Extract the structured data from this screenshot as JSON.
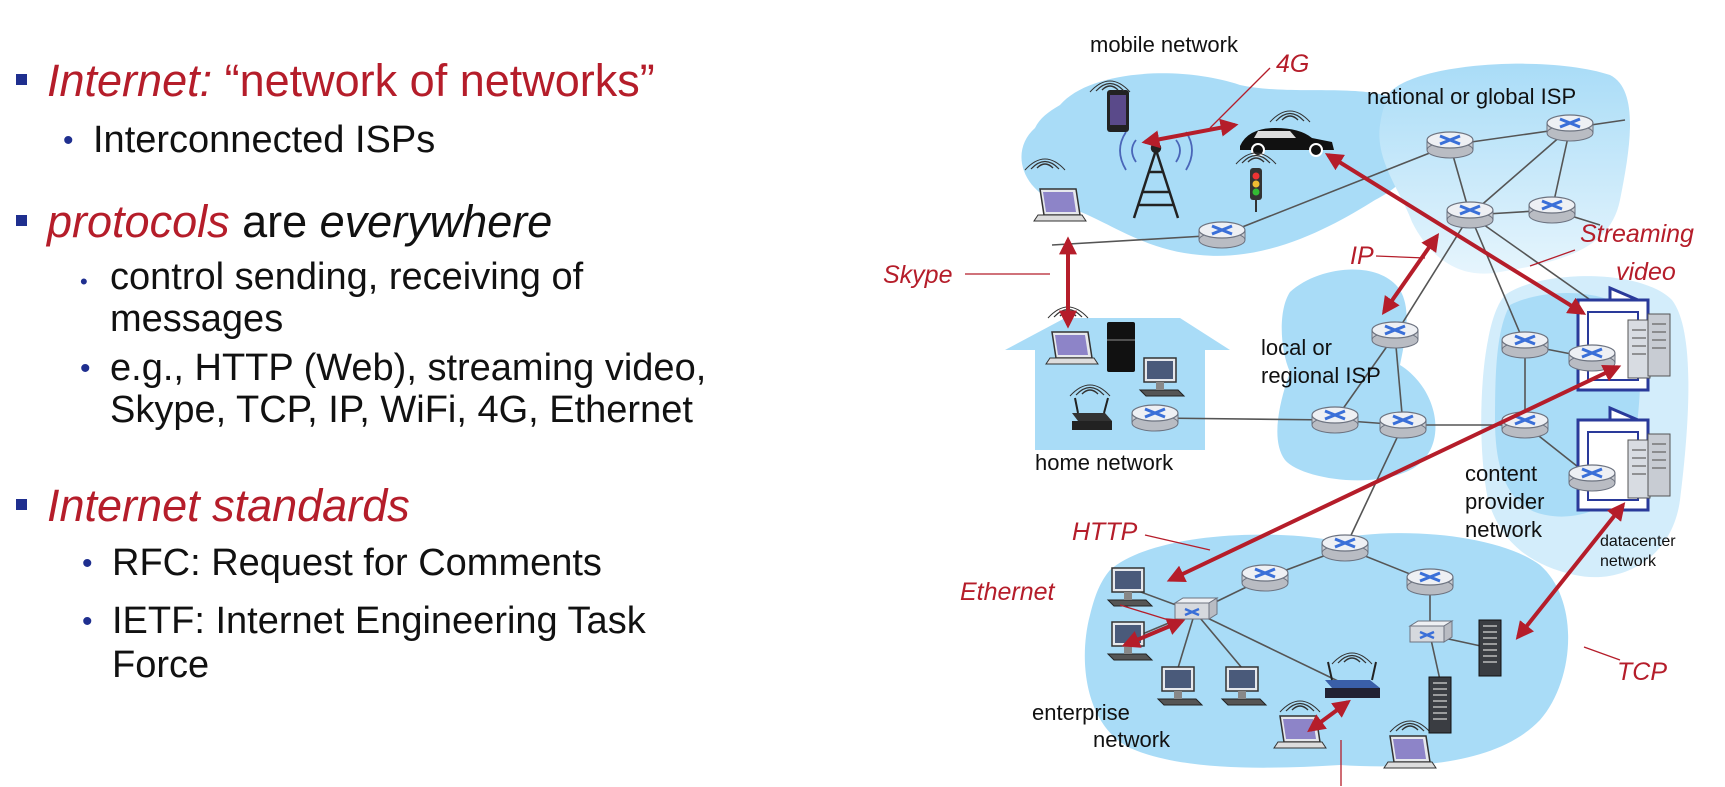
{
  "bullets": {
    "b1": {
      "label": "Internet:",
      "text": " “network of networks”"
    },
    "b1_sub1": "Interconnected ISPs",
    "b2": {
      "protocols": "protocols",
      "are": " are ",
      "everywhere": "everywhere"
    },
    "b2_sub1": {
      "line1": "control sending, receiving of",
      "line2": "messages"
    },
    "b2_sub2": {
      "line1": "e.g., HTTP (Web), streaming video,",
      "line2": "Skype, TCP, IP, WiFi, 4G, Ethernet"
    },
    "b3": "Internet  standards",
    "b3_sub1": "RFC: Request for Comments",
    "b3_sub2": {
      "line1": "IETF: Internet Engineering Task",
      "line2": "Force"
    }
  },
  "diagram": {
    "networks": {
      "mobile": "mobile network",
      "global_isp": "national or global ISP",
      "local_isp_1": "local or",
      "local_isp_2": "regional ISP",
      "home": "home network",
      "content_1": "content",
      "content_2": "provider",
      "content_3": "network",
      "datacenter_1": "datacenter",
      "datacenter_2": "network",
      "enterprise_1": "enterprise",
      "enterprise_2": "network"
    },
    "protocols": {
      "fourg": "4G",
      "skype": "Skype",
      "ip": "IP",
      "streaming_1": "Streaming",
      "streaming_2": "video",
      "http": "HTTP",
      "ethernet": "Ethernet",
      "tcp": "TCP"
    },
    "colors": {
      "cloud": "#a9dcf7",
      "cloud_light": "#d3edfb",
      "arrow": "#b51d2a",
      "router": "#3a6fd8"
    }
  }
}
